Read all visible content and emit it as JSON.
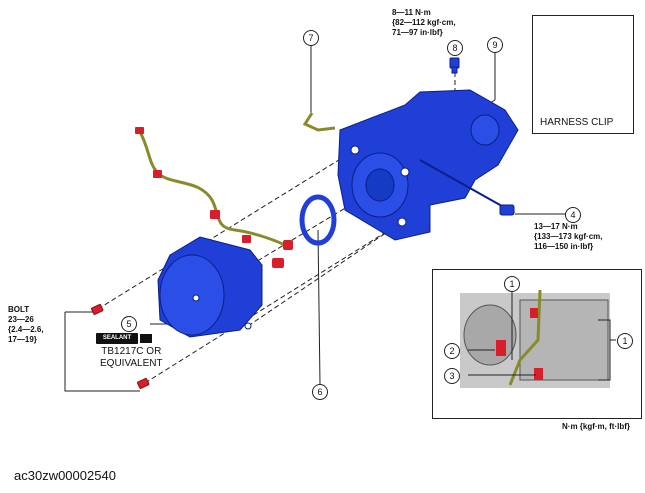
{
  "labels": {
    "torque_8": [
      "8—11 N·m",
      "{82—112 kgf·cm,",
      "71—97 in·lbf}"
    ],
    "torque_4": [
      "13—17 N·m",
      "{133—173 kgf·cm,",
      "116—150 in·lbf}"
    ],
    "bolt": [
      "BOLT",
      "23—26",
      "{2.4—2.6,",
      "17—19}"
    ],
    "sealant_badge": "SEALANT",
    "sealant_text": [
      "TB1217C OR",
      "EQUIVALENT"
    ],
    "harness_clip": "HARNESS CLIP",
    "unit_note": "N·m {kgf·m, ft·lbf}",
    "image_id": "ac30zw00002540"
  },
  "callouts": {
    "n1_top": "1",
    "n1_right": "1",
    "n2": "2",
    "n3": "3",
    "n4": "4",
    "n5": "5",
    "n6": "6",
    "n7": "7",
    "n8": "8",
    "n9": "9"
  },
  "colors": {
    "part_blue": "#1f3fd6",
    "part_blue_dark": "#0b1f8a",
    "connector_red": "#d81e2a",
    "harness_olive": "#8a8a2a",
    "photo_gray": "#9a9a9a"
  }
}
